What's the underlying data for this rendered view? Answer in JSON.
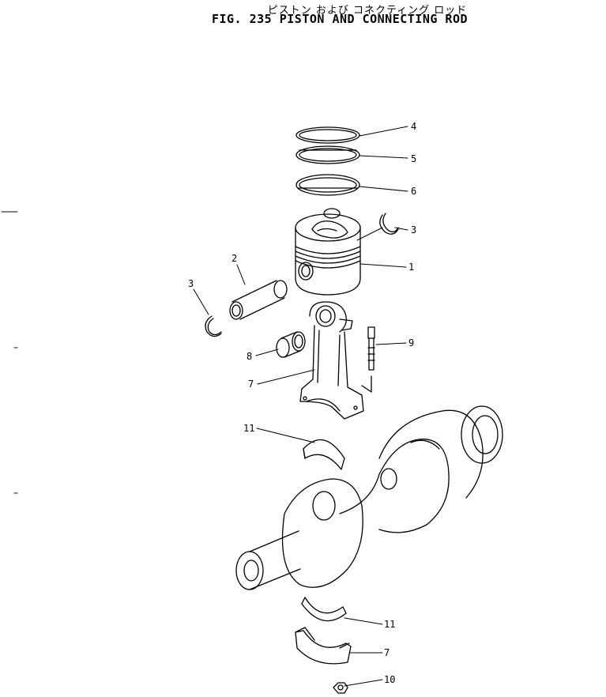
{
  "title_jp": "ピストン および コネクティング ロッド",
  "title_en": "FIG. 235 PISTON AND CONNECTING ROD",
  "callouts": {
    "c4": "4",
    "c5": "5",
    "c6": "6",
    "c3_right": "3",
    "c1": "1",
    "c2": "2",
    "c3_left": "3",
    "c9": "9",
    "c8": "8",
    "c7_upper": "7",
    "c11_upper": "11",
    "c11_lower": "11",
    "c7_lower": "7",
    "c10": "10"
  }
}
